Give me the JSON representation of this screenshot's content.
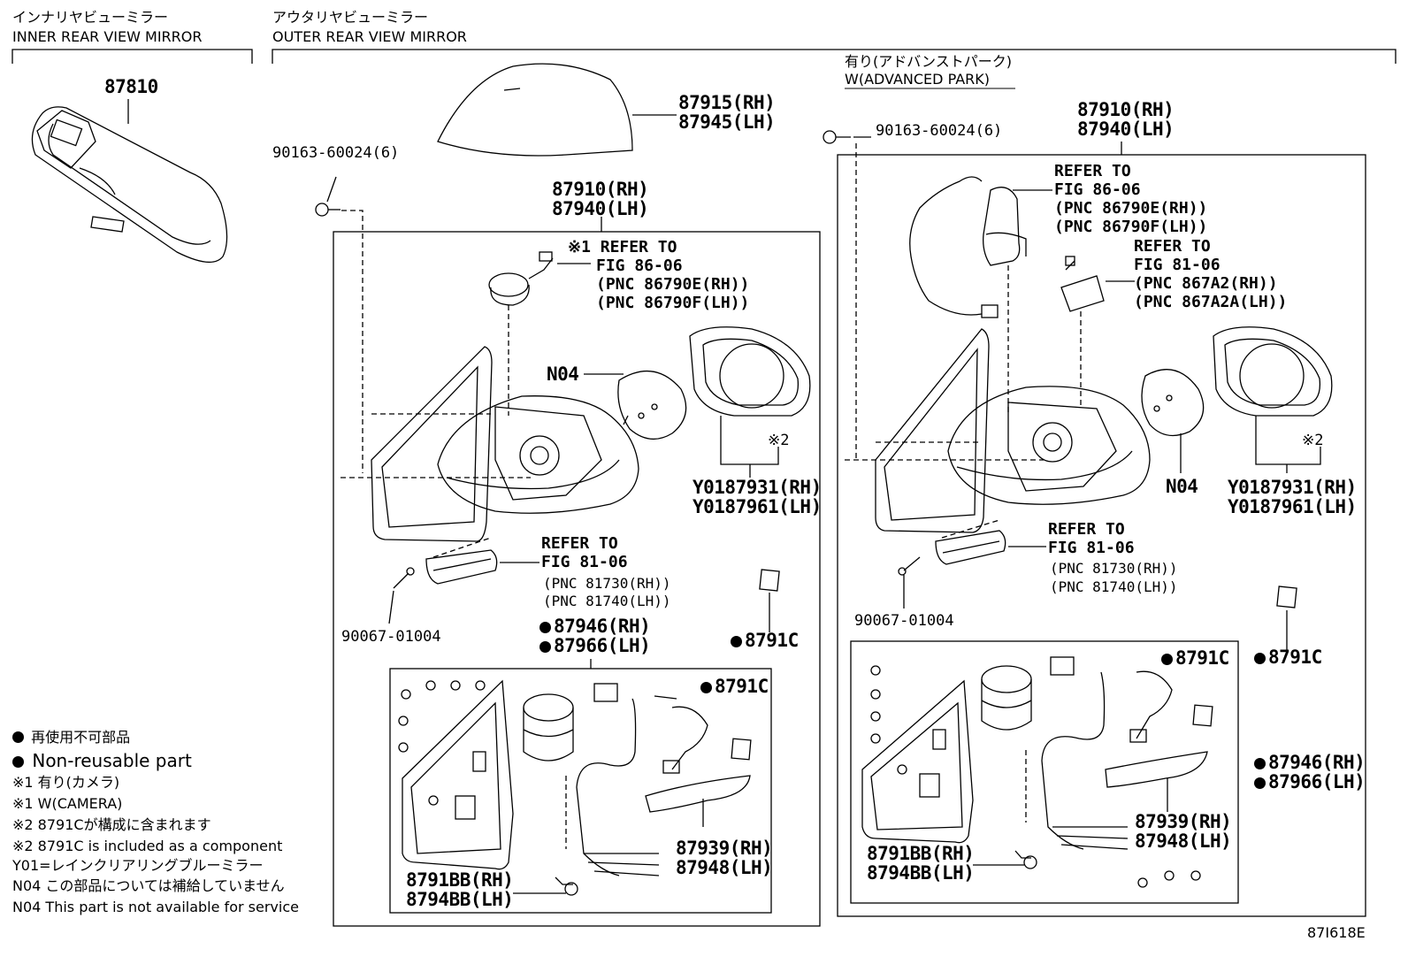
{
  "headers": {
    "inner_jp": "インナリヤビューミラー",
    "inner_en": "INNER REAR VIEW MIRROR",
    "outer_jp": "アウタリヤビューミラー",
    "outer_en": "OUTER REAR VIEW MIRROR",
    "adv_jp": "有り(アドバンストパーク)",
    "adv_en": "W(ADVANCED PARK)"
  },
  "inner": {
    "part": "87810"
  },
  "left": {
    "cover_rh": "87915(RH)",
    "cover_lh": "87945(LH)",
    "screw_top": "90163-60024(6)",
    "mirror_rh": "87910(RH)",
    "mirror_lh": "87940(LH)",
    "ref_camera": [
      "※1 REFER TO",
      "FIG 86-06",
      "(PNC 86790E(RH))",
      "(PNC 86790F(LH))"
    ],
    "n04": "N04",
    "note2": "※2",
    "glass_rh": "Y0187931(RH)",
    "glass_lh": "Y0187961(LH)",
    "ref_lamp": [
      "REFER TO",
      "FIG 81-06",
      "(PNC 81730(RH))",
      "(PNC 81740(LH))"
    ],
    "screw_bottom": "90067-01004",
    "cover2_rh": "87946(RH)",
    "cover2_lh": "87966(LH)",
    "part_8791c_a": "8791C",
    "part_8791c_b": "8791C",
    "harness_rh": "87939(RH)",
    "harness_lh": "87948(LH)",
    "bracket_rh": "8791BB(RH)",
    "bracket_lh": "8794BB(LH)"
  },
  "right": {
    "screw_top": "90163-60024(6)",
    "mirror_rh": "87910(RH)",
    "mirror_lh": "87940(LH)",
    "ref_camera": [
      "REFER TO",
      "FIG 86-06",
      "(PNC 86790E(RH))",
      "(PNC 86790F(LH))"
    ],
    "ref_sensor": [
      "REFER TO",
      "FIG 81-06",
      "(PNC 867A2(RH))",
      "(PNC 867A2A(LH))"
    ],
    "n04": "N04",
    "note2": "※2",
    "glass_rh": "Y0187931(RH)",
    "glass_lh": "Y0187961(LH)",
    "ref_lamp": [
      "REFER TO",
      "FIG 81-06",
      "(PNC 81730(RH))",
      "(PNC 81740(LH))"
    ],
    "screw_bottom": "90067-01004",
    "part_8791c_a": "8791C",
    "part_8791c_b": "8791C",
    "cover2_rh": "87946(RH)",
    "cover2_lh": "87966(LH)",
    "harness_rh": "87939(RH)",
    "harness_lh": "87948(LH)",
    "bracket_rh": "8791BB(RH)",
    "bracket_lh": "8794BB(LH)"
  },
  "legend": [
    "再使用不可部品",
    "Non-reusable part",
    "※1 有り(カメラ)",
    "※1 W(CAMERA)",
    "※2 8791Cが構成に含まれます",
    "※2 8791C is included as a component",
    "Y01=レインクリアリングブルーミラー",
    "N04 この部品については補給していません",
    "N04 This part is not available for service"
  ],
  "figure_id": "87I618E"
}
